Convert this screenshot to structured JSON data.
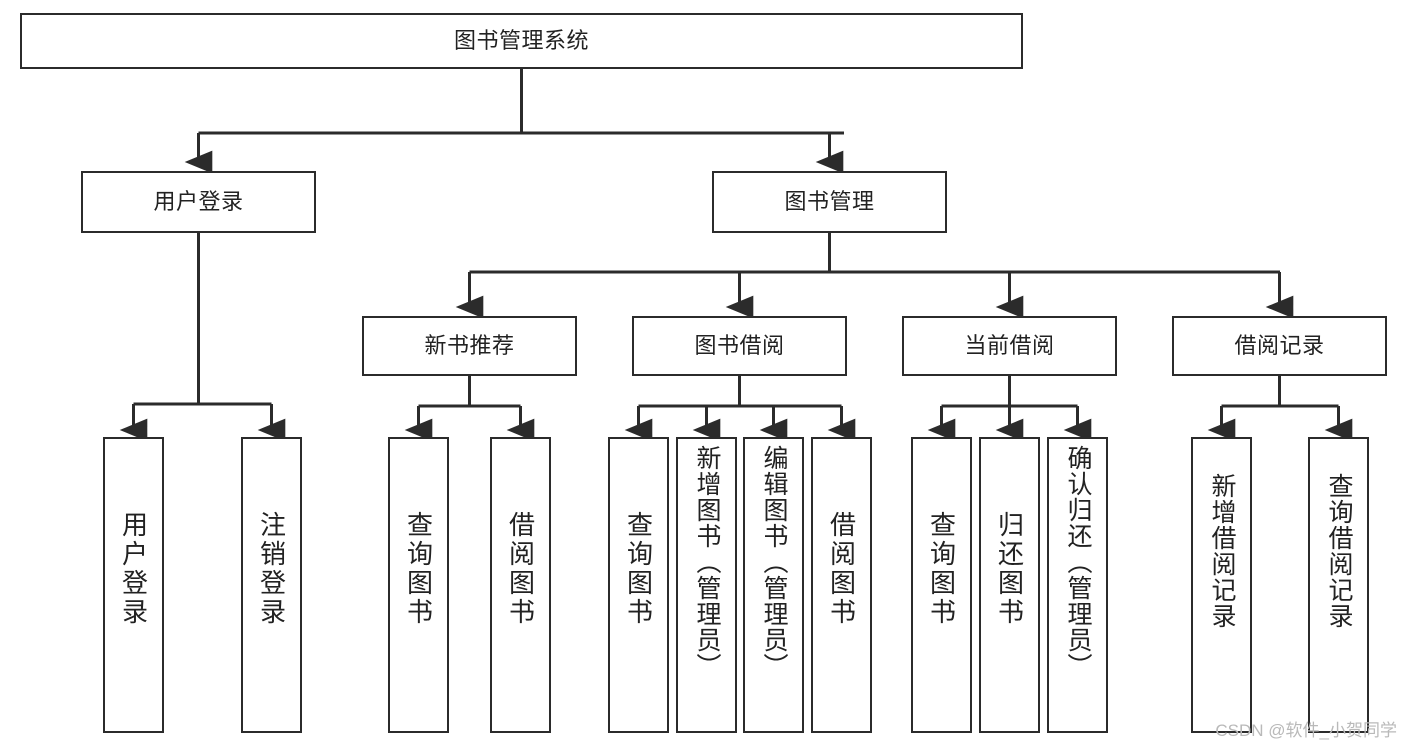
{
  "diagram": {
    "type": "tree-hierarchy",
    "title": "图书管理系统",
    "watermark": "CSDN @软件_小贺同学",
    "colors": {
      "node_border": "#2b2b2b",
      "node_fill": "#ffffff",
      "connector": "#2b2b2b",
      "text": "#222222",
      "watermark": "#b9b9b9",
      "background": "#ffffff"
    },
    "levels": [
      {
        "level": 1,
        "nodes": [
          {
            "id": "root",
            "label": "图书管理系统",
            "orientation": "horizontal"
          }
        ]
      },
      {
        "level": 2,
        "nodes": [
          {
            "id": "user-login",
            "label": "用户登录",
            "orientation": "horizontal",
            "parent": "root"
          },
          {
            "id": "book-manage",
            "label": "图书管理",
            "orientation": "horizontal",
            "parent": "root"
          }
        ]
      },
      {
        "level": 3,
        "nodes": [
          {
            "id": "new-book-recommend",
            "label": "新书推荐",
            "orientation": "horizontal",
            "parent": "book-manage"
          },
          {
            "id": "book-borrow",
            "label": "图书借阅",
            "orientation": "horizontal",
            "parent": "book-manage"
          },
          {
            "id": "current-borrow",
            "label": "当前借阅",
            "orientation": "horizontal",
            "parent": "book-manage"
          },
          {
            "id": "borrow-record",
            "label": "借阅记录",
            "orientation": "horizontal",
            "parent": "book-manage"
          }
        ]
      },
      {
        "level": 4,
        "nodes": [
          {
            "id": "leaf-user-login",
            "label": "用户登录",
            "orientation": "vertical",
            "parent": "user-login"
          },
          {
            "id": "leaf-logout",
            "label": "注销登录",
            "orientation": "vertical",
            "parent": "user-login"
          },
          {
            "id": "leaf-query-book-1",
            "label": "查询图书",
            "orientation": "vertical",
            "parent": "new-book-recommend"
          },
          {
            "id": "leaf-borrow-book-1",
            "label": "借阅图书",
            "orientation": "vertical",
            "parent": "new-book-recommend"
          },
          {
            "id": "leaf-query-book-2",
            "label": "查询图书",
            "orientation": "vertical",
            "parent": "book-borrow"
          },
          {
            "id": "leaf-add-book",
            "label": "新增图书（管理员）",
            "orientation": "vertical",
            "parent": "book-borrow"
          },
          {
            "id": "leaf-edit-book",
            "label": "编辑图书（管理员）",
            "orientation": "vertical",
            "parent": "book-borrow"
          },
          {
            "id": "leaf-borrow-book-2",
            "label": "借阅图书",
            "orientation": "vertical",
            "parent": "book-borrow"
          },
          {
            "id": "leaf-query-book-3",
            "label": "查询图书",
            "orientation": "vertical",
            "parent": "current-borrow"
          },
          {
            "id": "leaf-return-book",
            "label": "归还图书",
            "orientation": "vertical",
            "parent": "current-borrow"
          },
          {
            "id": "leaf-confirm-return",
            "label": "确认归还（管理员）",
            "orientation": "vertical",
            "parent": "current-borrow"
          },
          {
            "id": "leaf-add-record",
            "label": "新增借阅记录",
            "orientation": "vertical",
            "parent": "borrow-record"
          },
          {
            "id": "leaf-query-record",
            "label": "查询借阅记录",
            "orientation": "vertical",
            "parent": "borrow-record"
          }
        ]
      }
    ]
  }
}
